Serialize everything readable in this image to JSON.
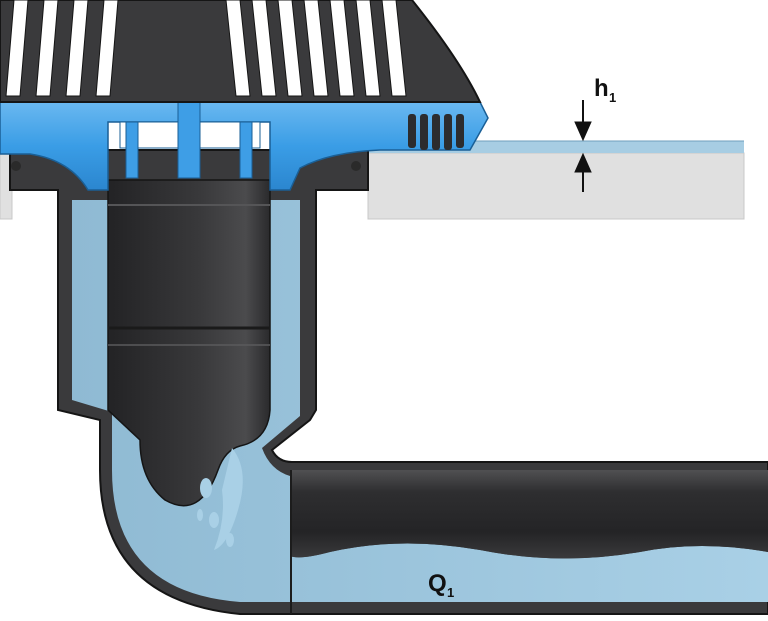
{
  "labels": {
    "water_height": {
      "main": "h",
      "sub": "1"
    },
    "flow_rate": {
      "main": "Q",
      "sub": "1"
    }
  },
  "colors": {
    "water": "#9ac4dc",
    "water_flat": "#a7cde3",
    "blue_part": "#3e9ee6",
    "pipe_dark": "#2c2c2e",
    "roof_layer": "#e0e0e0",
    "outline": "#1a1a1a"
  }
}
